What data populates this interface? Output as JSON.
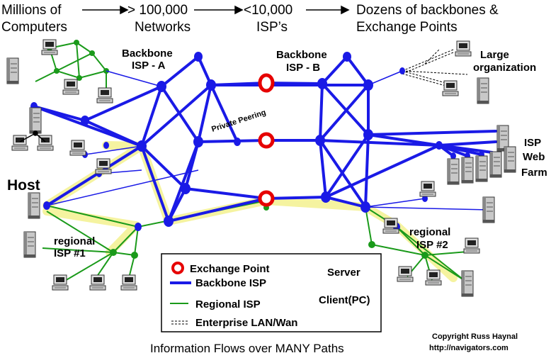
{
  "header": {
    "step1": [
      "Millions of",
      "Computers"
    ],
    "step2": [
      "> 100,000",
      "Networks"
    ],
    "step3": [
      "<10,000",
      "ISP’s"
    ],
    "step4": [
      "Dozens of backbones &",
      "Exchange Points"
    ]
  },
  "labels": {
    "backbone_a": [
      "Backbone",
      "ISP - A"
    ],
    "backbone_b": [
      "Backbone",
      "ISP - B"
    ],
    "private_peering": "Private Peering",
    "large_org": [
      "Large",
      "organization"
    ],
    "isp_web_farm": [
      "ISP",
      "Web",
      "Farm"
    ],
    "host": "Host",
    "regional_1": [
      "regional",
      "ISP  #1"
    ],
    "regional_2": [
      "regional",
      "ISP  #2"
    ]
  },
  "legend": {
    "exchange_point": "Exchange Point",
    "backbone_isp": "Backbone ISP",
    "regional_isp": "Regional ISP",
    "enterprise": "Enterprise LAN/Wan",
    "server": "Server",
    "client": "Client(PC)"
  },
  "footer": {
    "title": "Information Flows over MANY Paths",
    "copyright": [
      "Copyright Russ Haynal",
      "http://navigators.com"
    ]
  },
  "colors": {
    "backbone": "#1a1ae6",
    "regional": "#1a9a1a",
    "exchange": "#e60000",
    "highlight": "#f5f3a0"
  }
}
